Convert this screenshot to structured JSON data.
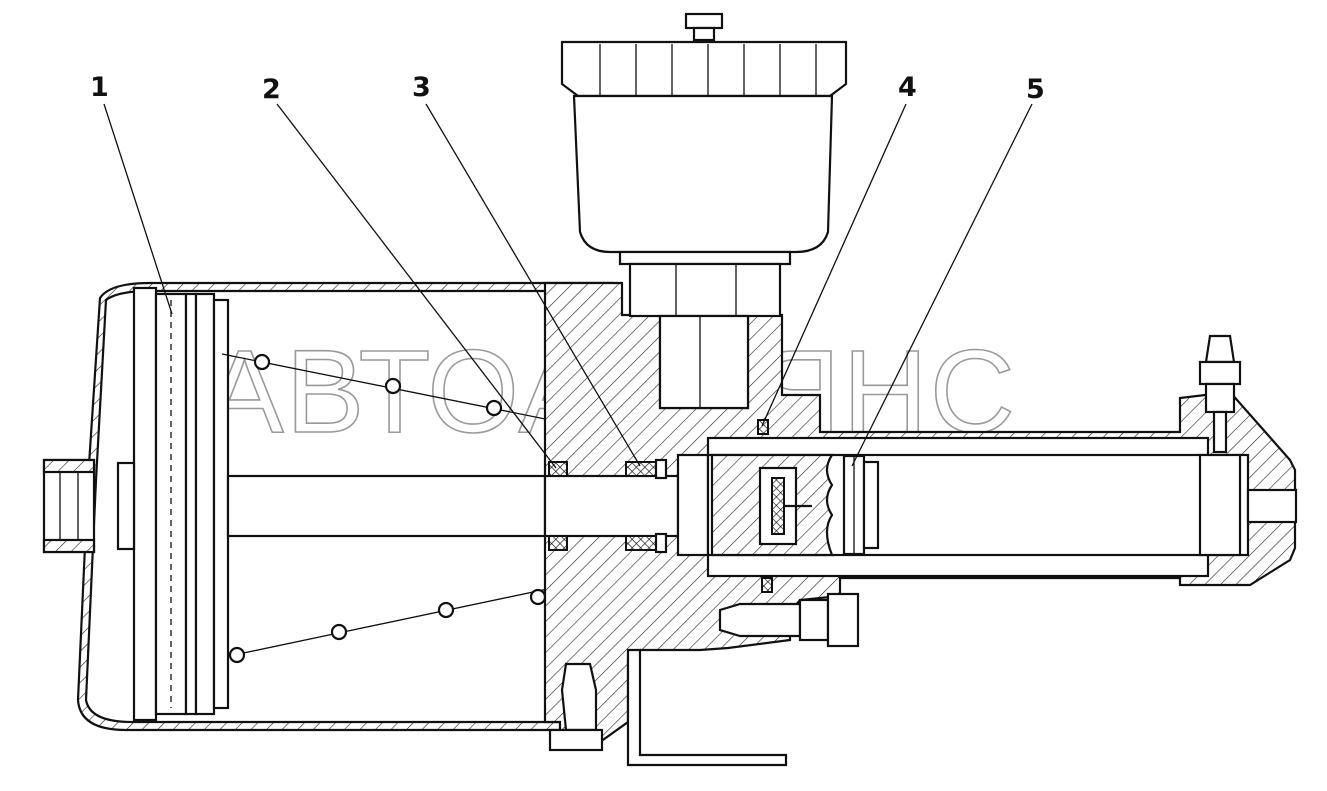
{
  "callouts": [
    "1",
    "2",
    "3",
    "4",
    "5"
  ],
  "watermark": "АВТОАЛЬЯНС"
}
